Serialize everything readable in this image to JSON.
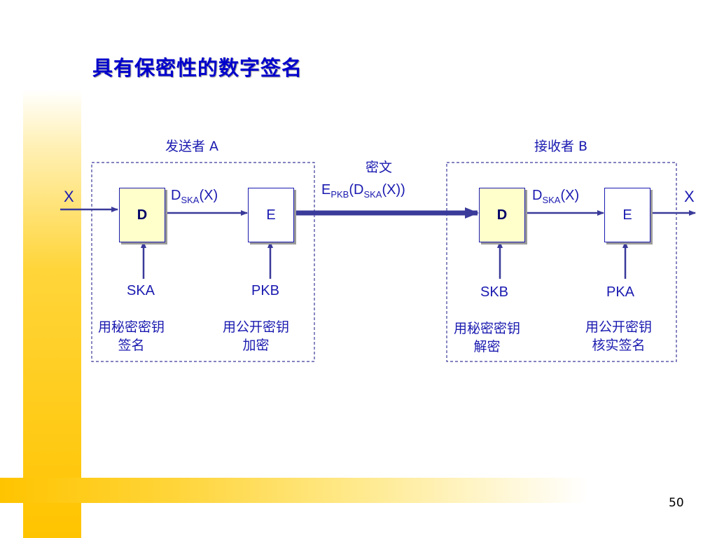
{
  "slide": {
    "title": "具有保密性的数字签名",
    "page_number": "50"
  },
  "colors": {
    "title": "#0000cc",
    "diagram": "#1a1ab0",
    "arrow": "#3a3a9a",
    "box_fill": "#ffffcc",
    "accent": "#ffc400"
  },
  "sender": {
    "label": "发送者 A",
    "input": "X",
    "box_d": "D",
    "box_e": "E",
    "signed_main": "D",
    "signed_sub": "SKA",
    "signed_args": "(X)",
    "key1": "SKA",
    "key1_note_1": "用秘密密钥",
    "key1_note_2": "签名",
    "key2": "PKB",
    "key2_note_1": "用公开密钥",
    "key2_note_2": "加密"
  },
  "channel": {
    "label": "密文",
    "e": "E",
    "e_sub": "PKB",
    "paren_open": "(D",
    "d_sub": "SKA",
    "close": "(X))"
  },
  "receiver": {
    "label": "接收者 B",
    "output": "X",
    "box_d": "D",
    "box_e": "E",
    "signed_main": "D",
    "signed_sub": "SKA",
    "signed_args": "(X)",
    "key1": "SKB",
    "key1_note_1": "用秘密密钥",
    "key1_note_2": "解密",
    "key2": "PKA",
    "key2_note_1": "用公开密钥",
    "key2_note_2": "核实签名"
  }
}
